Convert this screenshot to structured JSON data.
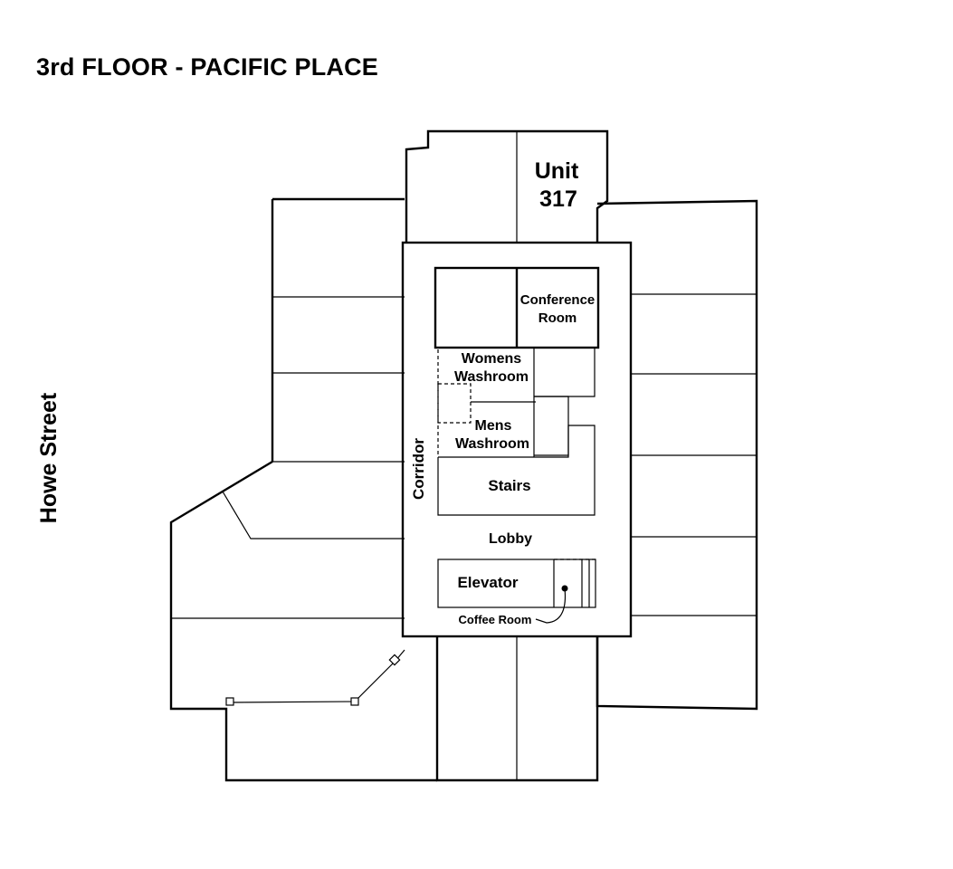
{
  "title": "3rd FLOOR - PACIFIC PLACE",
  "street": "Howe Street",
  "rooms": {
    "unit_line1": "Unit",
    "unit_line2": "317",
    "conference_line1": "Conference",
    "conference_line2": "Room",
    "womens_line1": "Womens",
    "womens_line2": "Washroom",
    "mens_line1": "Mens",
    "mens_line2": "Washroom",
    "stairs": "Stairs",
    "corridor": "Corridor",
    "lobby": "Lobby",
    "elevator": "Elevator",
    "coffee_room": "Coffee Room"
  }
}
